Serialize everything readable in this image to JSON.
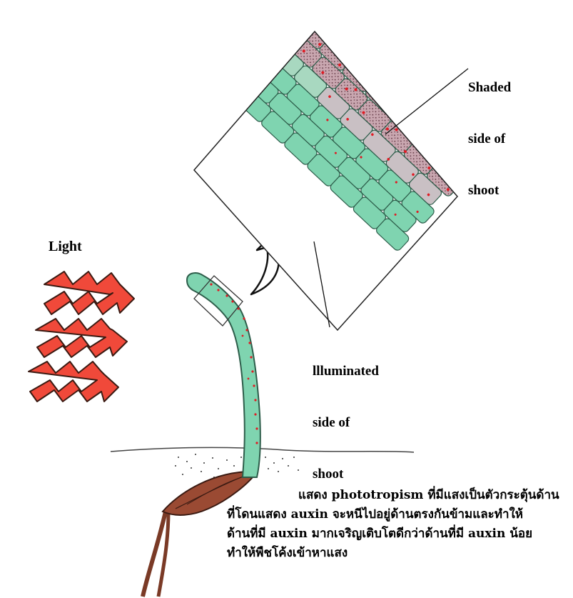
{
  "labels": {
    "light": "Light",
    "shaded": [
      "Shaded",
      "side of",
      "shoot"
    ],
    "illuminated": [
      "llluminated",
      "side of",
      "shoot"
    ]
  },
  "caption": [
    "แสดง phototropism ที่มีแสงเป็นตัวกระตุ้นด้าน",
    "ที่โดนแสดง auxin จะหนีไปอยู่ด้านตรงกันข้ามและทำให้",
    "ด้านที่มี auxin มากเจริญเติบโตดีกว่าด้านที่มี auxin น้อย",
    "ทำให้พืชโค้งเข้าหาแสง"
  ],
  "colors": {
    "shoot_green": "#7fd4b0",
    "auxin_red": "#e01b24",
    "light_arrow_red": "#f0493a",
    "seed_brown": "#9a4a33"
  }
}
